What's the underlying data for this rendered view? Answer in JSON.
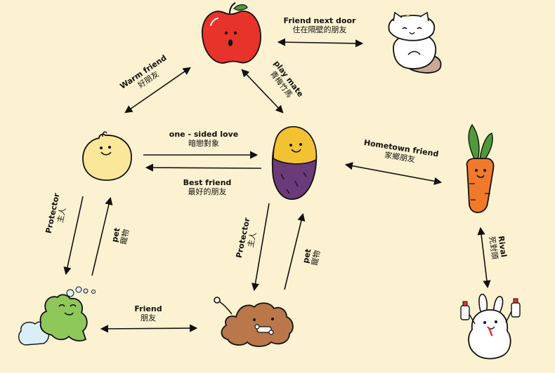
{
  "characters": {
    "apple": "apple",
    "cat": "cat",
    "chick": "chick",
    "potato": "sweet-potato",
    "carrot": "carrot",
    "frog": "frog",
    "dog": "dog",
    "bunny": "bunny"
  },
  "relations": {
    "friend_next_door": {
      "en": "Friend next door",
      "zh": "住在隔壁的朋友"
    },
    "warm_friend": {
      "en": "Warm friend",
      "zh": "好朋友"
    },
    "play_mate": {
      "en": "play mate",
      "zh": "青梅竹馬"
    },
    "one_sided_love": {
      "en": "one - sided love",
      "zh": "暗戀對象"
    },
    "best_friend": {
      "en": "Best friend",
      "zh": "最好的朋友"
    },
    "hometown_friend": {
      "en": "Hometown friend",
      "zh": "家鄉朋友"
    },
    "protector_left": {
      "en": "Protector",
      "zh": "主人"
    },
    "pet_left": {
      "en": "pet",
      "zh": "寵物"
    },
    "protector_center": {
      "en": "Protector",
      "zh": "主人"
    },
    "pet_center": {
      "en": "pet",
      "zh": "寵物"
    },
    "rival": {
      "en": "Rival",
      "zh": "死對頭"
    },
    "friend": {
      "en": "Friend",
      "zh": "朋友"
    }
  },
  "colors": {
    "background": "#fcf1d0",
    "apple": "#e8332a",
    "chick": "#fbe79a",
    "potato_top": "#f2c233",
    "potato_bottom": "#6b3a78",
    "carrot": "#f07a2a",
    "leaf": "#4f9a3b",
    "frog": "#8fc85a",
    "dog": "#b9774a",
    "cat_tail": "#c9a894",
    "cloud": "#d9eef6"
  }
}
